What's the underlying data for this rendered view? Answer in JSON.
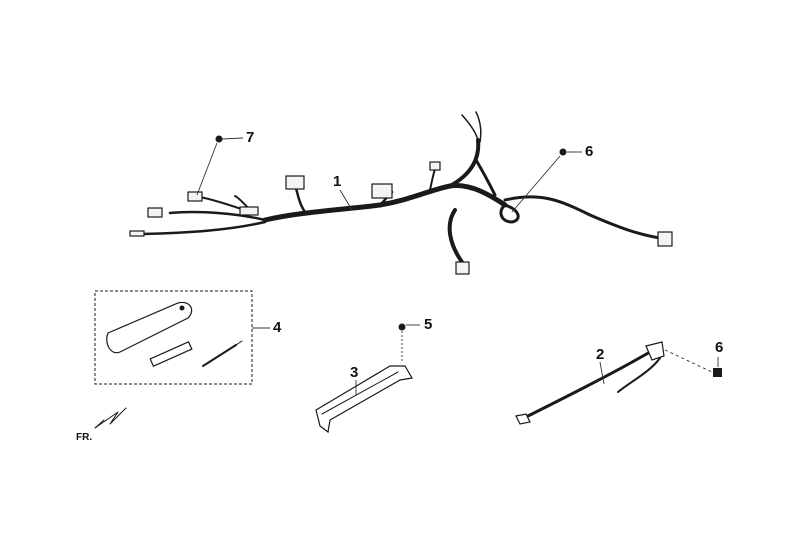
{
  "callouts": {
    "c1": "1",
    "c2": "2",
    "c3": "3",
    "c4": "4",
    "c5": "5",
    "c6a": "6",
    "c6b": "6",
    "c7": "7"
  },
  "orientation": {
    "label": "FR."
  },
  "colors": {
    "line": "#1a1a1a",
    "background": "#ffffff"
  }
}
